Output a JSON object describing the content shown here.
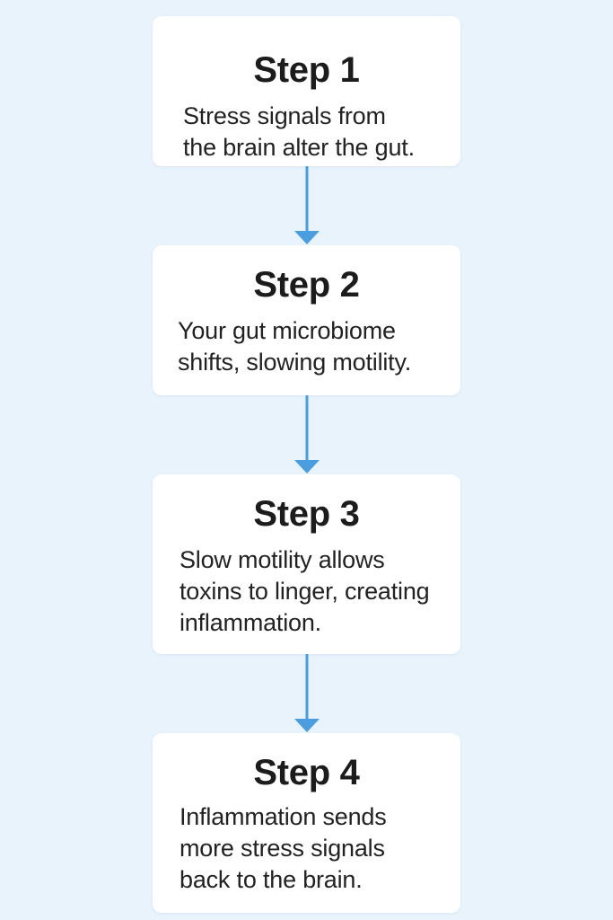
{
  "accent_color": "#4a9ee0",
  "steps": [
    {
      "title": "Step 1",
      "lines": [
        "Stress signals from",
        "the brain alter the gut."
      ]
    },
    {
      "title": "Step 2",
      "lines": [
        "Your gut microbiome",
        "shifts, slowing motility."
      ]
    },
    {
      "title": "Step 3",
      "lines": [
        "Slow motility allows",
        "toxins to linger, creating",
        "inflammation."
      ]
    },
    {
      "title": "Step 4",
      "lines": [
        "Inflammation sends",
        "more stress signals",
        "back to the brain."
      ]
    }
  ]
}
